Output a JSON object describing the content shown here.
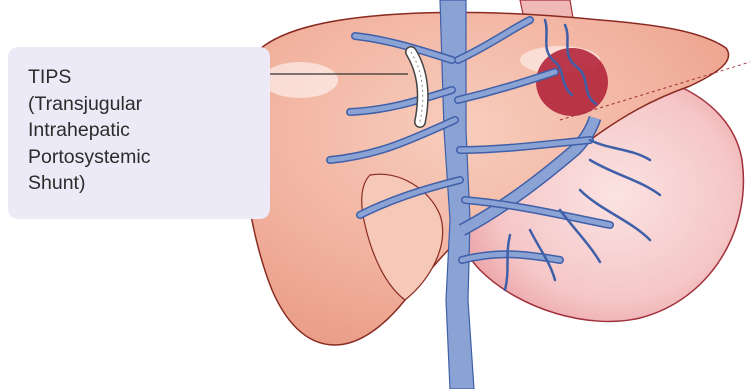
{
  "callout": {
    "lines": [
      "TIPS",
      "(Transjugular",
      "Intrahepatic",
      "Portosystemic",
      "Shunt)"
    ]
  },
  "colors": {
    "liver_fill": "#f2b3a0",
    "liver_outline": "#8a2a22",
    "vein_fill": "#8aa2d4",
    "vein_outline": "#3f5fa8",
    "stomach_fill": "#f4c2c4",
    "varices": "#b3263a",
    "callout_bg": "#eceaf6"
  }
}
